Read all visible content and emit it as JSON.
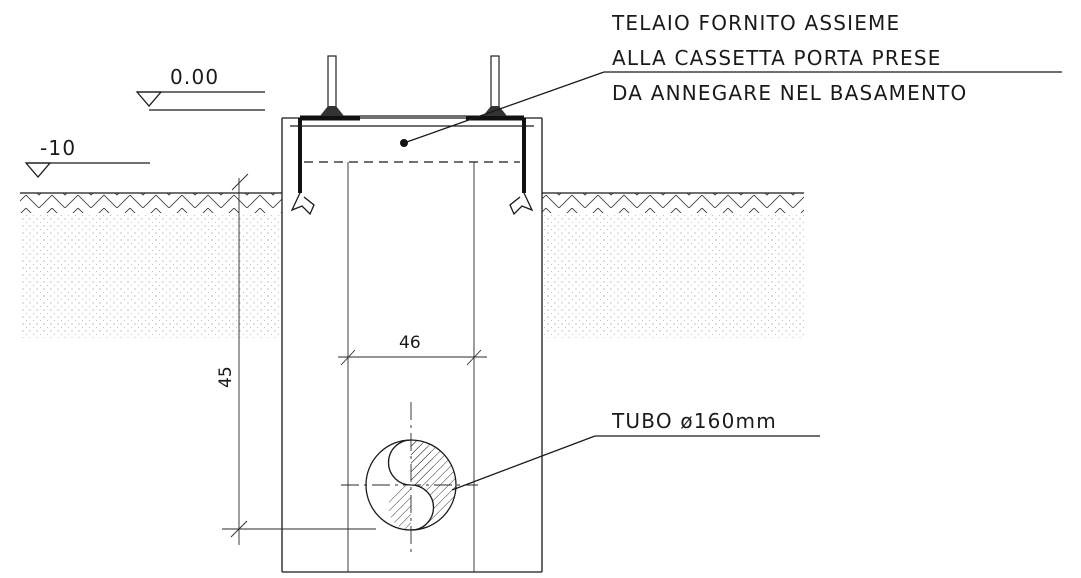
{
  "annotations": {
    "frame_line1": "TELAIO FORNITO ASSIEME",
    "frame_line2": "ALLA CASSETTA PORTA PRESE",
    "frame_line3": "DA ANNEGARE NEL BASAMENTO",
    "pipe": "TUBO ø160mm"
  },
  "levels": {
    "top": "0.00",
    "ground": "-10"
  },
  "dimensions": {
    "width": "46",
    "depth": "45"
  }
}
